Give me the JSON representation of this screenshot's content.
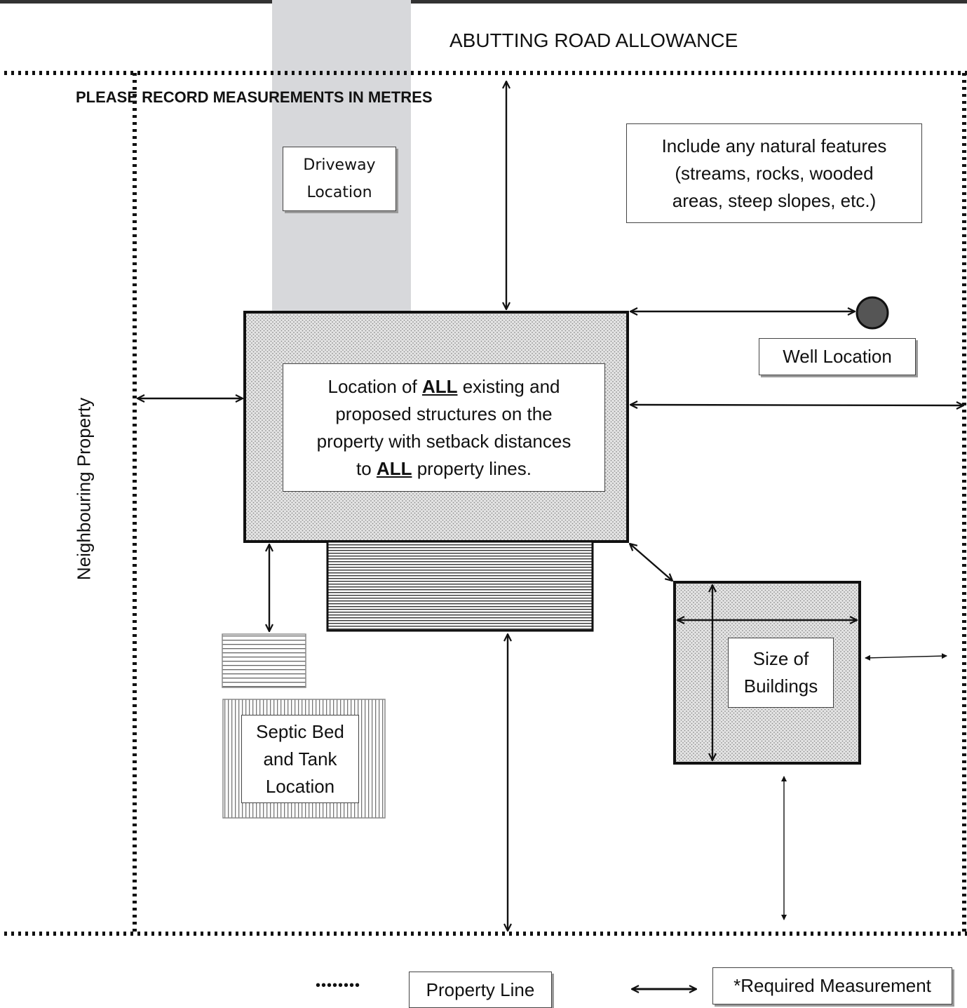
{
  "road_label": "ABUTTING ROAD ALLOWANCE",
  "instruction": "PLEASE RECORD MEASUREMENTS IN METRES",
  "neighbour_label": "Neighbouring Property",
  "driveway": {
    "line1": "Driveway",
    "line2": "Location"
  },
  "natural": {
    "line1": "Include any natural features",
    "line2": "(streams, rocks, wooded",
    "line3": "areas, steep slopes, etc.)"
  },
  "well_label": "Well Location",
  "structures": {
    "l1a": "Location of ",
    "l1b": "ALL",
    "l1c": " existing and",
    "l2": "proposed structures on the",
    "l3": "property with setback distances",
    "l4a": "to ",
    "l4b": "ALL",
    "l4c": " property lines."
  },
  "size_buildings": {
    "line1": "Size of",
    "line2": "Buildings"
  },
  "septic": {
    "line1": "Septic Bed",
    "line2": "and Tank",
    "line3": "Location"
  },
  "legend": {
    "dots": "••••••••",
    "property_line": "Property Line",
    "required": "*Required Measurement"
  },
  "colors": {
    "driveway": "#d7d8db",
    "well": "#555555",
    "line": "#111111"
  }
}
